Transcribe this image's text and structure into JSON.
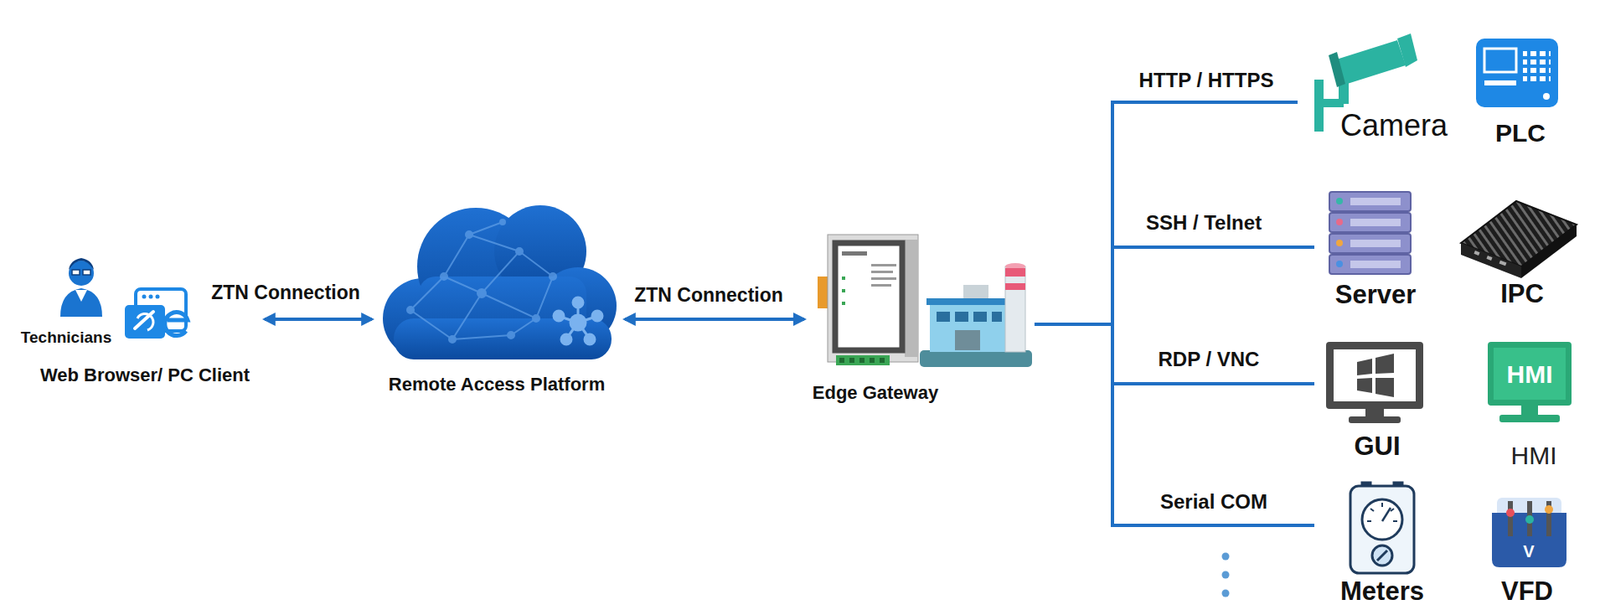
{
  "diagram": {
    "nodes": [
      {
        "text": [
          "Technicians",
          "Web Browser/ PC Client"
        ]
      },
      {
        "text": [
          "Remote Access Platform"
        ]
      },
      {
        "text": [
          "Edge Gateway"
        ]
      },
      {
        "text": [
          "Camera"
        ]
      },
      {
        "text": [
          "PLC"
        ]
      },
      {
        "text": [
          "Server"
        ]
      },
      {
        "text": [
          "IPC"
        ]
      },
      {
        "text": [
          "GUI"
        ]
      },
      {
        "text": [
          "HMI",
          "HMI"
        ]
      },
      {
        "text": [
          "Meters"
        ]
      },
      {
        "text": [
          "V",
          "VFD"
        ]
      }
    ],
    "edges": [
      {
        "from": 0,
        "to": 1,
        "arrow": "both",
        "label": "ZTN Connection"
      },
      {
        "from": 1,
        "to": 2,
        "arrow": "both",
        "label": "ZTN Connection"
      },
      {
        "from": 2,
        "to": 3,
        "arrow": "none",
        "label": "HTTP / HTTPS"
      },
      {
        "from": 2,
        "to": 5,
        "arrow": "none",
        "label": "SSH / Telnet"
      },
      {
        "from": 2,
        "to": 7,
        "arrow": "none",
        "label": "RDP / VNC"
      },
      {
        "from": 2,
        "to": 9,
        "arrow": "none",
        "label": "Serial COM"
      }
    ]
  }
}
